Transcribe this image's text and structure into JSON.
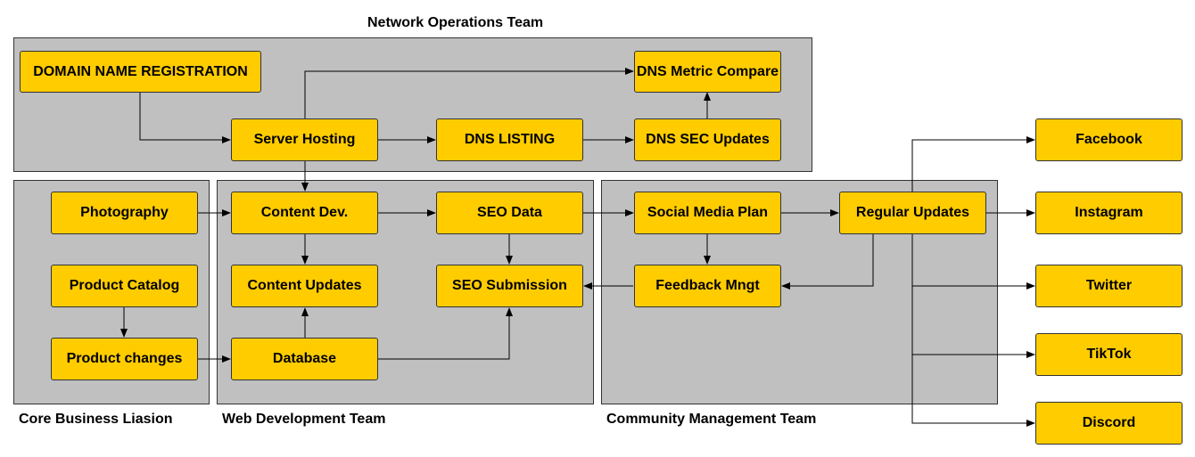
{
  "colors": {
    "group_fill": "#c0c0c0",
    "node_fill": "#ffcc00",
    "stroke": "#333333",
    "edge": "#000000"
  },
  "groups": {
    "network_ops": "Network Operations Team",
    "core_business": "Core Business Liasion",
    "web_dev": "Web Development Team",
    "community": "Community Management Team"
  },
  "nodes": {
    "domain_registration": "DOMAIN NAME REGISTRATION",
    "server_hosting": "Server Hosting",
    "dns_listing": "DNS LISTING",
    "dns_sec_updates": "DNS SEC Updates",
    "dns_metric_compare": "DNS Metric Compare",
    "photography": "Photography",
    "product_catalog": "Product Catalog",
    "product_changes": "Product changes",
    "content_dev": "Content Dev.",
    "content_updates": "Content Updates",
    "database": "Database",
    "seo_data": "SEO Data",
    "seo_submission": "SEO Submission",
    "social_media_plan": "Social Media Plan",
    "feedback_mngt": "Feedback Mngt",
    "regular_updates": "Regular Updates",
    "facebook": "Facebook",
    "instagram": "Instagram",
    "twitter": "Twitter",
    "tiktok": "TikTok",
    "discord": "Discord"
  }
}
